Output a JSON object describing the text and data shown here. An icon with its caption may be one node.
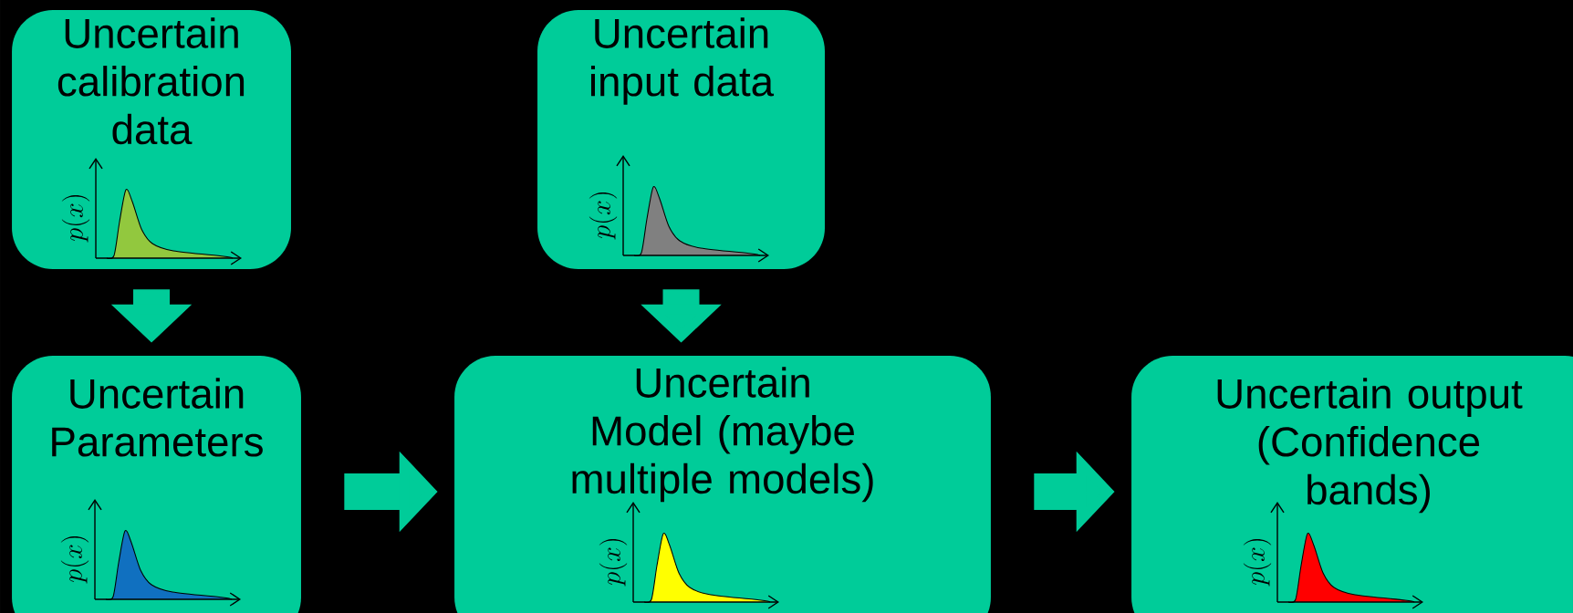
{
  "diagram": {
    "nodes": [
      {
        "text": [
          "Uncertain calibration data",
          "p(x)"
        ]
      },
      {
        "text": [
          "Uncertain input data",
          "p(x)"
        ]
      },
      {
        "text": [
          "Uncertain Parameters",
          "p(x)"
        ]
      },
      {
        "text": [
          "Uncertain Model (maybe multiple models)",
          "p(x)"
        ]
      },
      {
        "text": [
          "Uncertain output (Confidence bands)",
          "p(x)"
        ]
      }
    ],
    "edges": [
      {
        "from": 0,
        "to": 2,
        "arrow": "to"
      },
      {
        "from": 1,
        "to": 3,
        "arrow": "to"
      },
      {
        "from": 2,
        "to": 3,
        "arrow": "to"
      },
      {
        "from": 3,
        "to": 4,
        "arrow": "to"
      }
    ]
  }
}
